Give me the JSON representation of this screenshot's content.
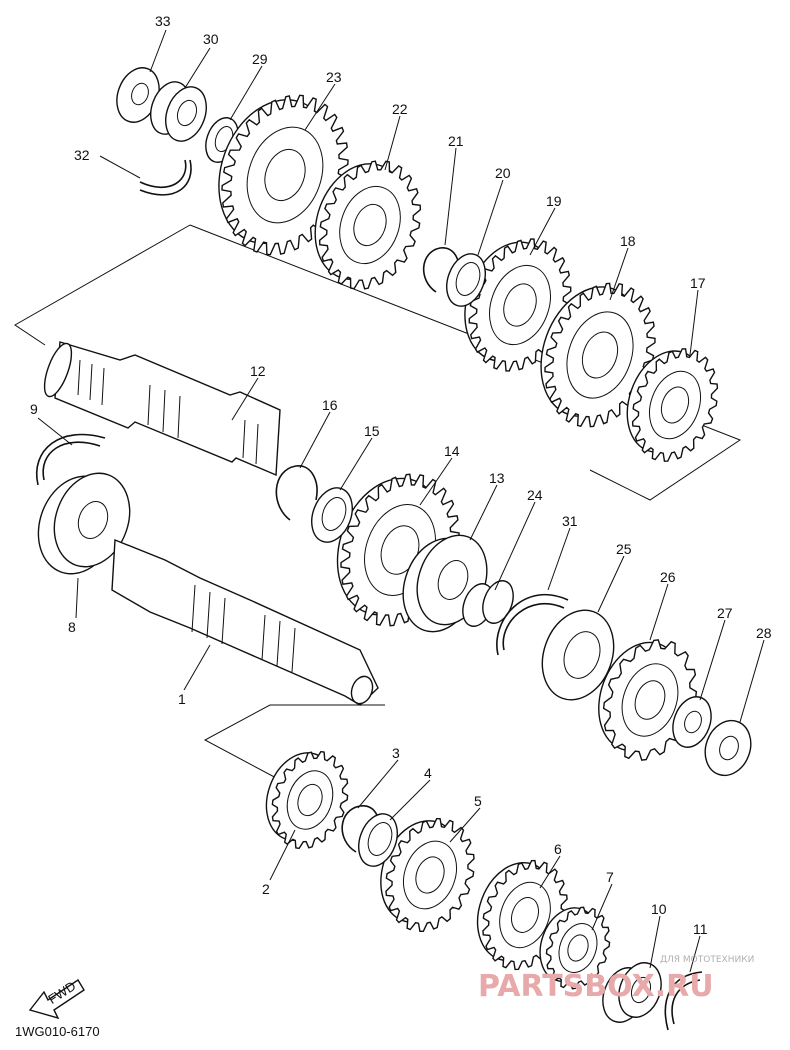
{
  "diagram": {
    "drawing_code": "1WG010-6170",
    "fwd_label": "FWD",
    "watermark": {
      "tagline": "ДЛЯ МОТОТЕХНИКИ",
      "brand": "PARTSBOX.RU"
    },
    "callouts": [
      {
        "id": "33",
        "label": "33"
      },
      {
        "id": "30",
        "label": "30"
      },
      {
        "id": "29",
        "label": "29"
      },
      {
        "id": "23",
        "label": "23"
      },
      {
        "id": "22",
        "label": "22"
      },
      {
        "id": "21",
        "label": "21"
      },
      {
        "id": "20",
        "label": "20"
      },
      {
        "id": "19",
        "label": "19"
      },
      {
        "id": "18",
        "label": "18"
      },
      {
        "id": "17",
        "label": "17"
      },
      {
        "id": "32",
        "label": "32"
      },
      {
        "id": "12",
        "label": "12"
      },
      {
        "id": "16",
        "label": "16"
      },
      {
        "id": "15",
        "label": "15"
      },
      {
        "id": "14",
        "label": "14"
      },
      {
        "id": "13",
        "label": "13"
      },
      {
        "id": "24",
        "label": "24"
      },
      {
        "id": "31",
        "label": "31"
      },
      {
        "id": "25",
        "label": "25"
      },
      {
        "id": "26",
        "label": "26"
      },
      {
        "id": "27",
        "label": "27"
      },
      {
        "id": "28",
        "label": "28"
      },
      {
        "id": "9",
        "label": "9"
      },
      {
        "id": "8",
        "label": "8"
      },
      {
        "id": "1",
        "label": "1"
      },
      {
        "id": "2",
        "label": "2"
      },
      {
        "id": "3",
        "label": "3"
      },
      {
        "id": "4",
        "label": "4"
      },
      {
        "id": "5",
        "label": "5"
      },
      {
        "id": "6",
        "label": "6"
      },
      {
        "id": "7",
        "label": "7"
      },
      {
        "id": "10",
        "label": "10"
      },
      {
        "id": "11",
        "label": "11"
      }
    ]
  }
}
